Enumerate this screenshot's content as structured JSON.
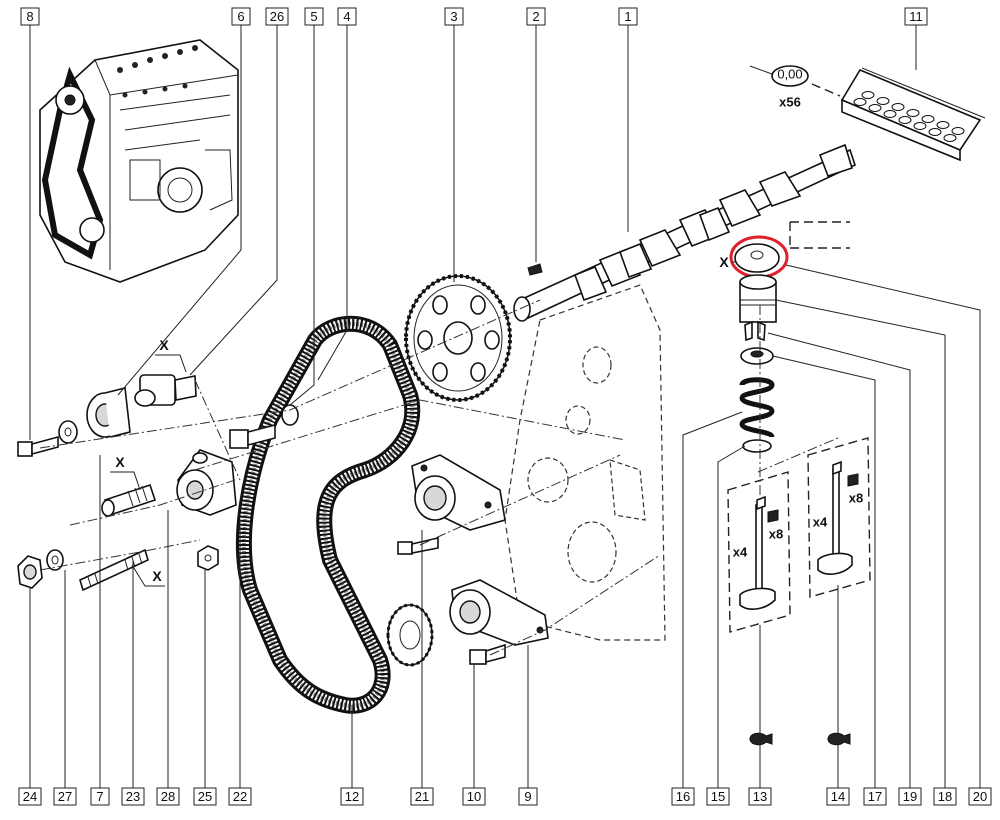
{
  "diagram": {
    "part_labels": [
      {
        "id": "p8",
        "text": "8"
      },
      {
        "id": "p6",
        "text": "6"
      },
      {
        "id": "p26",
        "text": "26"
      },
      {
        "id": "p5",
        "text": "5"
      },
      {
        "id": "p4",
        "text": "4"
      },
      {
        "id": "p3",
        "text": "3"
      },
      {
        "id": "p2",
        "text": "2"
      },
      {
        "id": "p1",
        "text": "1"
      },
      {
        "id": "p11",
        "text": "11"
      },
      {
        "id": "p24",
        "text": "24"
      },
      {
        "id": "p27",
        "text": "27"
      },
      {
        "id": "p7",
        "text": "7"
      },
      {
        "id": "p23",
        "text": "23"
      },
      {
        "id": "p28",
        "text": "28"
      },
      {
        "id": "p25",
        "text": "25"
      },
      {
        "id": "p22",
        "text": "22"
      },
      {
        "id": "p12",
        "text": "12"
      },
      {
        "id": "p21",
        "text": "21"
      },
      {
        "id": "p10",
        "text": "10"
      },
      {
        "id": "p9",
        "text": "9"
      },
      {
        "id": "p16",
        "text": "16"
      },
      {
        "id": "p15",
        "text": "15"
      },
      {
        "id": "p13",
        "text": "13"
      },
      {
        "id": "p14",
        "text": "14"
      },
      {
        "id": "p17",
        "text": "17"
      },
      {
        "id": "p19",
        "text": "19"
      },
      {
        "id": "p18",
        "text": "18"
      },
      {
        "id": "p20",
        "text": "20"
      }
    ],
    "x_markers": [
      "X",
      "X",
      "X",
      "X"
    ],
    "quantities": {
      "shim_count": "x56",
      "shim_thickness": "0,00",
      "intake_valves": "x4",
      "intake_collets": "x8",
      "exhaust_valves": "x4",
      "exhaust_collets": "x8"
    },
    "highlight_color": "#e0202a"
  }
}
